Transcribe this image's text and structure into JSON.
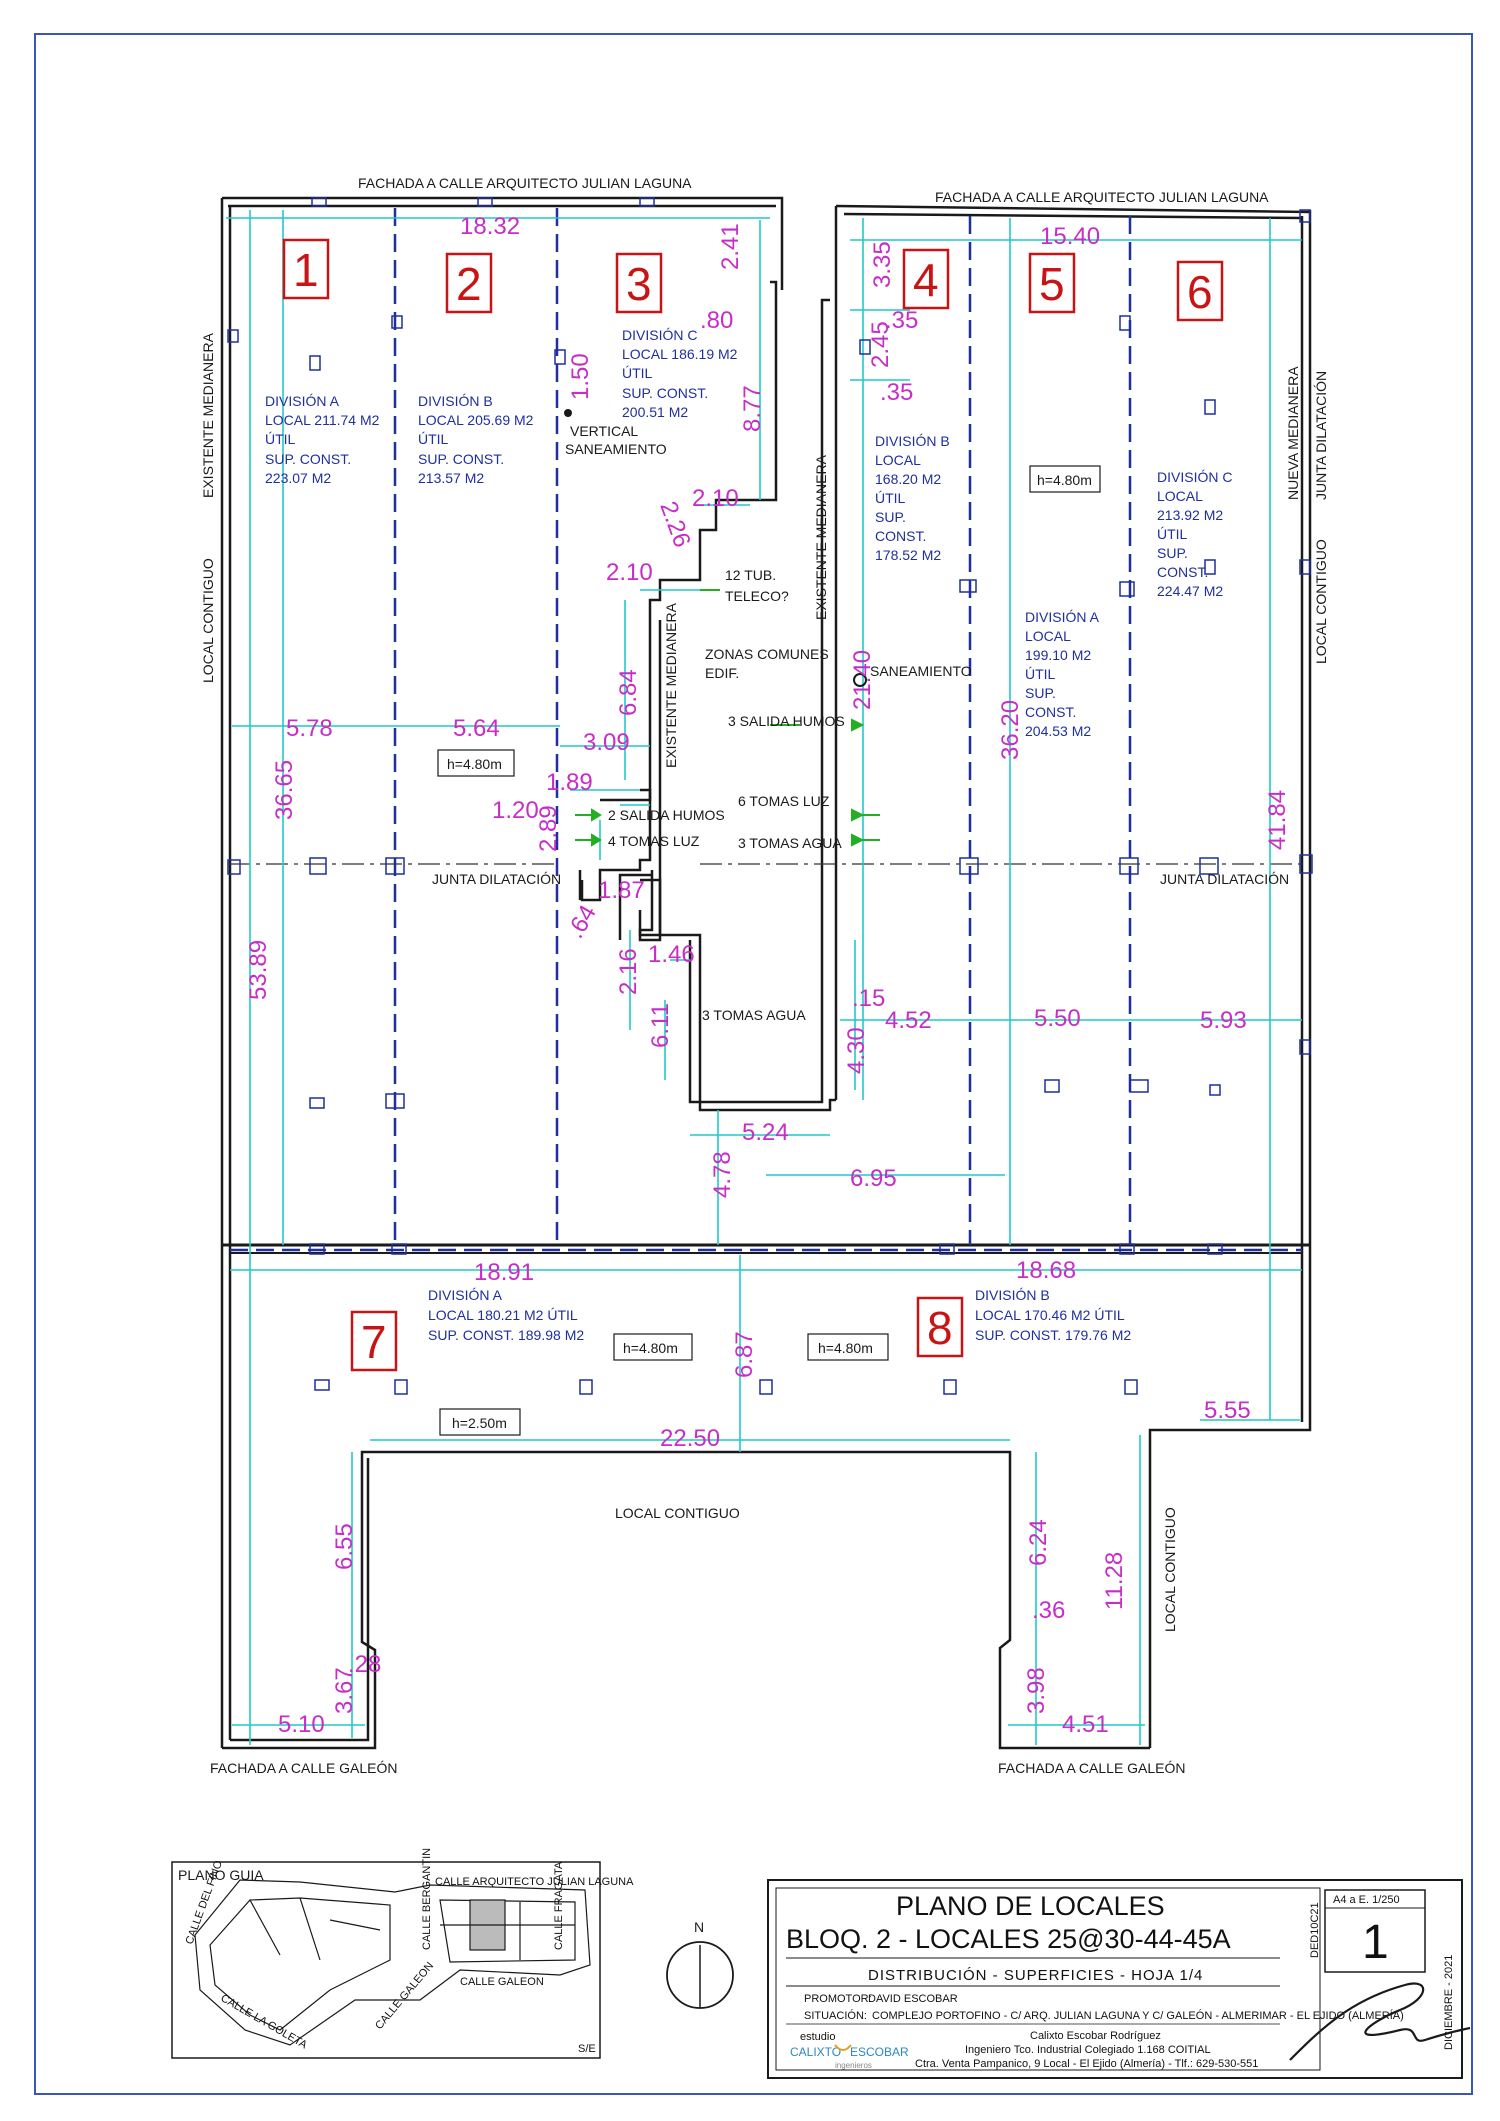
{
  "facades": {
    "top_left": "FACHADA A CALLE ARQUITECTO JULIAN LAGUNA",
    "top_right": "FACHADA A CALLE ARQUITECTO JULIAN LAGUNA",
    "bottom_left": "FACHADA A CALLE GALEÓN",
    "bottom_right": "FACHADA A CALLE GALEÓN"
  },
  "side_labels": {
    "existente_medianera_left": "EXISTENTE MEDIANERA",
    "local_contiguo_left": "LOCAL CONTIGUO",
    "existente_medianera_center": "EXISTENTE MEDIANERA",
    "existente_medianera_right": "EXISTENTE MEDIANERA",
    "nueva_medianera": "NUEVA MEDIANERA",
    "junta_dilatacion_vertical": "JUNTA DILATACIÓN",
    "local_contiguo_right": "LOCAL CONTIGUO",
    "local_contiguo_bottom": "LOCAL CONTIGUO",
    "local_contiguo_bottom_right": "LOCAL CONTIGUO"
  },
  "locales": [
    {
      "number": "1",
      "lines": [
        "DIVISIÓN A",
        "LOCAL 211.74 M2",
        "ÚTIL",
        "SUP. CONST.",
        "223.07 M2"
      ]
    },
    {
      "number": "2",
      "lines": [
        "DIVISIÓN B",
        "LOCAL 205.69 M2",
        "ÚTIL",
        "SUP. CONST.",
        "213.57 M2"
      ]
    },
    {
      "number": "3",
      "lines": [
        "DIVISIÓN C",
        "LOCAL 186.19 M2",
        "ÚTIL",
        "SUP. CONST.",
        "200.51 M2"
      ]
    },
    {
      "number": "4",
      "lines": [
        "DIVISIÓN B",
        "LOCAL",
        "168.20 M2",
        "ÚTIL",
        "SUP.",
        "CONST.",
        "178.52 M2"
      ]
    },
    {
      "number": "5",
      "lines": [
        "DIVISIÓN A",
        "LOCAL",
        "199.10 M2",
        "ÚTIL",
        "SUP.",
        "CONST.",
        "204.53 M2"
      ]
    },
    {
      "number": "6",
      "lines": [
        "DIVISIÓN C",
        "LOCAL",
        "213.92 M2",
        "ÚTIL",
        "SUP.",
        "CONST.",
        "224.47 M2"
      ]
    },
    {
      "number": "7",
      "lines": [
        "DIVISIÓN A",
        "LOCAL 180.21 M2 ÚTIL",
        "SUP. CONST. 189.98 M2"
      ]
    },
    {
      "number": "8",
      "lines": [
        "DIVISIÓN B",
        "LOCAL 170.46 M2 ÚTIL",
        "SUP. CONST. 179.76 M2"
      ]
    }
  ],
  "heights": {
    "h1": "h=4.80m",
    "h2": "h=4.80m",
    "h3": "h=4.80m",
    "h4": "h=4.80m",
    "h5": "h=2.50m"
  },
  "notes": {
    "vertical": "VERTICAL",
    "saneamiento": "SANEAMIENTO",
    "saneamiento_right": "SANEAMIENTO",
    "tub": "12 TUB.",
    "teleco": "TELECO?",
    "zonas": "ZONAS COMUNES",
    "edif": "EDIF.",
    "salida3": "3 SALIDA HUMOS",
    "salida2": "2 SALIDA HUMOS",
    "tomas_luz4": "4 TOMAS LUZ",
    "tomas_luz6": "6 TOMAS LUZ",
    "tomas_agua3a": "3 TOMAS AGUA",
    "tomas_agua3b": "3 TOMAS AGUA",
    "junta_left": "JUNTA DILATACIÓN",
    "junta_right": "JUNTA DILATACIÓN"
  },
  "dimensions": {
    "d1832": "18.32",
    "d1540": "15.40",
    "d241": "2.41",
    "d335": "3.35",
    "d80": ".80",
    "d150": "1.50",
    "d877": "8.77",
    "d245": "2.45",
    "d35a": ".35",
    "d35b": ".35",
    "d210a": "2.10",
    "d226": "2.26",
    "d210b": "2.10",
    "d578": "5.78",
    "d564": "5.64",
    "d684": "6.84",
    "d309": "3.09",
    "d2140": "21.40",
    "d3620": "36.20",
    "d3665": "36.65",
    "d189": "1.89",
    "d120": "1.20",
    "d289": "2.89",
    "d187": "1.87",
    "d64": ".64",
    "d216": "2.16",
    "d146": "1.46",
    "d611": "6.11",
    "d15": ".15",
    "d430": "4.30",
    "d452": "4.52",
    "d550": "5.50",
    "d593": "5.93",
    "d4184": "41.84",
    "d5389": "53.89",
    "d524": "5.24",
    "d695": "6.95",
    "d478": "4.78",
    "d1891": "18.91",
    "d1868": "18.68",
    "d687": "6.87",
    "d2250": "22.50",
    "d555": "5.55",
    "d655": "6.55",
    "d28": ".28",
    "d367": "3.67",
    "d510": "5.10",
    "d624": "6.24",
    "d36": ".36",
    "d1128": "11.28",
    "d398": "3.98",
    "d451": "4.51"
  },
  "guide": {
    "title": "PLANO GUIA",
    "street_top": "CALLE ARQUITECTO JULIAN LAGUNA",
    "street_galeon": "CALLE GALEON",
    "street_fino": "CALLE DEL FINO",
    "street_goleta": "CALLE LA GOLETA",
    "street_galeon2": "CALLE GALEON",
    "street_bergantin": "CALLE BERGANTIN",
    "street_fragata": "CALLE FRAGATA",
    "scale": "S/E"
  },
  "north": "N",
  "title_block": {
    "title1": "PLANO DE LOCALES",
    "title2": "BLOQ. 2 - LOCALES 25@30-44-45A",
    "subtitle": "DISTRIBUCIÓN - SUPERFICIES - HOJA 1/4",
    "promotor_label": "PROMOTOR:",
    "promotor": "DAVID ESCOBAR",
    "situacion_label": "SITUACIÓN:",
    "situacion": "COMPLEJO PORTOFINO - C/ ARQ. JULIAN LAGUNA Y C/ GALEÓN - ALMERIMAR - EL EJIDO (ALMERÍA)",
    "engineer1": "Calixto Escobar Rodríguez",
    "engineer2": "Ingeniero Tco. Industrial Colegiado 1.168 COITIAL",
    "engineer3": "Ctra. Venta Pampanico, 9 Local - El Ejido (Almería) - Tlf.: 629-530-551",
    "logo_top": "estudio",
    "logo_a": "CALIXTO",
    "logo_b": "ESCOBAR",
    "logo_c": "ingenieros",
    "code": "DED10C21",
    "scale": "A4 a E. 1/250",
    "sheet": "1",
    "date": "DICIEMBRE - 2021"
  },
  "colors": {
    "wall": "#1a1a1a",
    "column": "#1f2f9e",
    "dimension_line": "#21c9c9",
    "dimension_text": "#c72dc7",
    "local_number": "#c81414",
    "arrow": "#22b022"
  }
}
